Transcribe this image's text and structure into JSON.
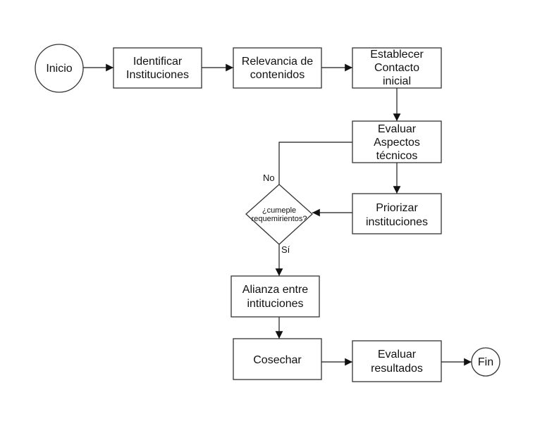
{
  "diagram": {
    "nodes": {
      "inicio": {
        "label": "Inicio"
      },
      "identificar": {
        "label_line1": "Identificar",
        "label_line2": "Instituciones"
      },
      "relevancia": {
        "label_line1": "Relevancia de",
        "label_line2": "contenidos"
      },
      "establecer": {
        "label_line1": "Establecer",
        "label_line2": "Contacto",
        "label_line3": "inicial"
      },
      "evaluar_aspectos": {
        "label_line1": "Evaluar",
        "label_line2": "Aspectos",
        "label_line3": "técnicos"
      },
      "priorizar": {
        "label_line1": "Priorizar",
        "label_line2": "instituciones"
      },
      "decision": {
        "label_line1": "¿cumeple",
        "label_line2": "requemirientos?"
      },
      "alianza": {
        "label_line1": "Alianza entre",
        "label_line2": "intituciones"
      },
      "cosechar": {
        "label": "Cosechar"
      },
      "evaluar_resultados": {
        "label_line1": "Evaluar",
        "label_line2": "resultados"
      },
      "fin": {
        "label": "Fin"
      }
    },
    "edge_labels": {
      "no": "No",
      "si": "Sí"
    }
  }
}
